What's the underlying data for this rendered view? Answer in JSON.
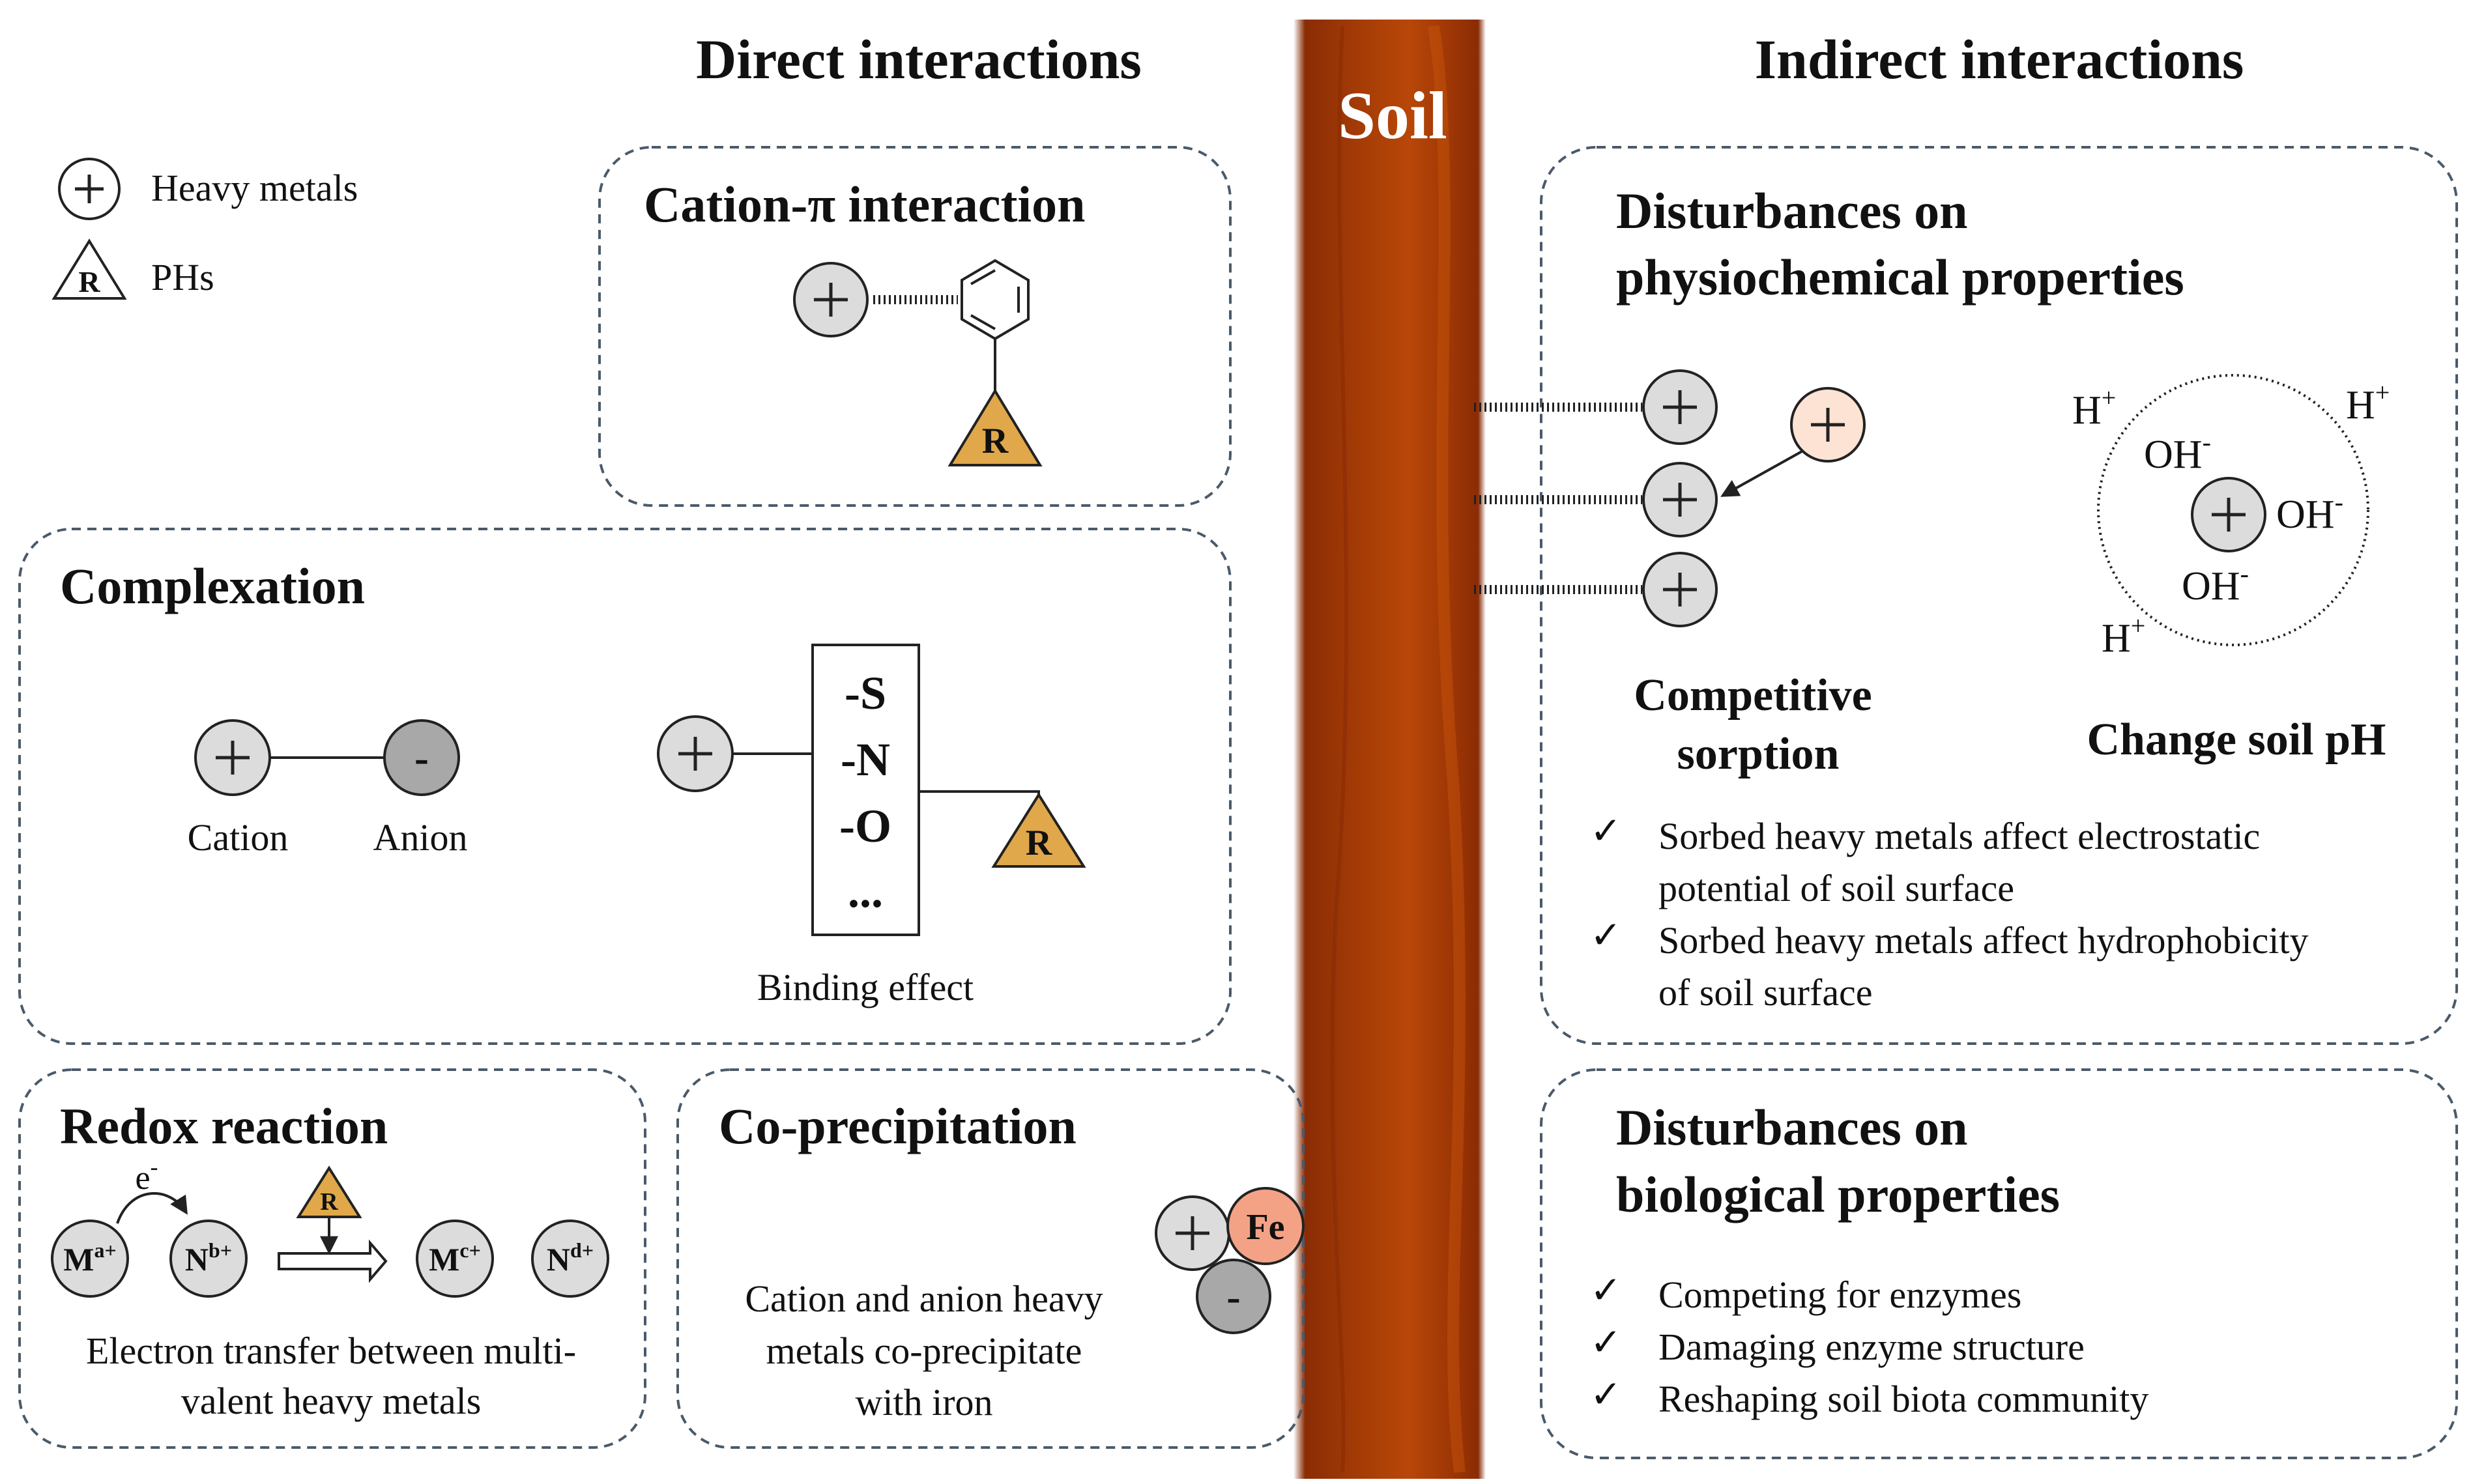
{
  "headings": {
    "direct": "Direct interactions",
    "soil": "Soil",
    "indirect": "Indirect interactions"
  },
  "legend": {
    "heavy_metals_label": "Heavy metals",
    "phs_label": "PHs",
    "r_symbol": "R"
  },
  "cation_pi": {
    "title": "Cation-π interaction"
  },
  "complexation": {
    "title": "Complexation",
    "cation_label": "Cation",
    "anion_label": "Anion",
    "anion_symbol": "-",
    "groups": [
      "-S",
      "-N",
      "-O",
      "..."
    ],
    "binding_label": "Binding effect"
  },
  "redox": {
    "title": "Redox reaction",
    "electron": "e",
    "electron_charge": "-",
    "species": [
      {
        "base": "M",
        "charge": "a+"
      },
      {
        "base": "N",
        "charge": "b+"
      },
      {
        "base": "M",
        "charge": "c+"
      },
      {
        "base": "N",
        "charge": "d+"
      }
    ],
    "caption_line1": "Electron transfer between multi-",
    "caption_line2": "valent heavy metals"
  },
  "coprecip": {
    "title": "Co-precipitation",
    "fe_label": "Fe",
    "minus_symbol": "-",
    "caption_line1": "Cation and anion heavy",
    "caption_line2": "metals co-precipitate",
    "caption_line3": "with iron"
  },
  "physio": {
    "title_line1": "Disturbances on",
    "title_line2": "physiochemical properties",
    "competitive_line1": "Competitive",
    "competitive_line2": "sorption",
    "change_ph": "Change soil pH",
    "ions": [
      {
        "base": "H",
        "charge": "+"
      },
      {
        "base": "H",
        "charge": "+"
      },
      {
        "base": "OH",
        "charge": "-"
      },
      {
        "base": "OH",
        "charge": "-"
      },
      {
        "base": "OH",
        "charge": "-"
      },
      {
        "base": "H",
        "charge": "+"
      }
    ],
    "check": "✓",
    "bullets": [
      {
        "line1": "Sorbed heavy metals affect electrostatic",
        "line2": "potential of soil surface"
      },
      {
        "line1": "Sorbed heavy metals affect hydrophobicity",
        "line2": "of soil surface"
      }
    ]
  },
  "bio": {
    "title_line1": "Disturbances on",
    "title_line2": "biological properties",
    "check": "✓",
    "bullets": [
      "Competing for enzymes",
      "Damaging enzyme structure",
      "Reshaping soil biota community"
    ]
  },
  "colors": {
    "soil_dark": "#8a2c04",
    "soil_mid": "#b84708",
    "ion_gray": "#dcdcdc",
    "ph_orange": "#e0a84a",
    "fe_salmon": "#f4a286",
    "incoming_ion": "#fde3d4",
    "box_border": "#4a5a6a"
  }
}
